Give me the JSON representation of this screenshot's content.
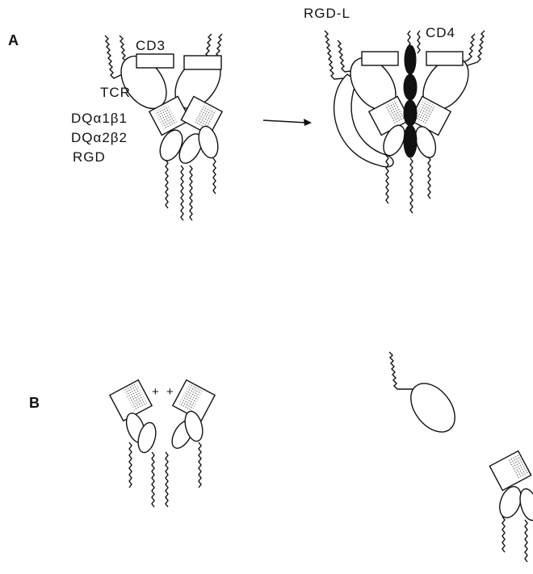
{
  "panels": {
    "a": "A",
    "b": "B"
  },
  "labels": {
    "cd3": "CD3",
    "tcr": "TCR",
    "dq1": "DQα1β1",
    "dq2": "DQα2β2",
    "rgd": "RGD",
    "rgdl": "RGD-L",
    "cd4": "CD4",
    "plus": "+"
  }
}
